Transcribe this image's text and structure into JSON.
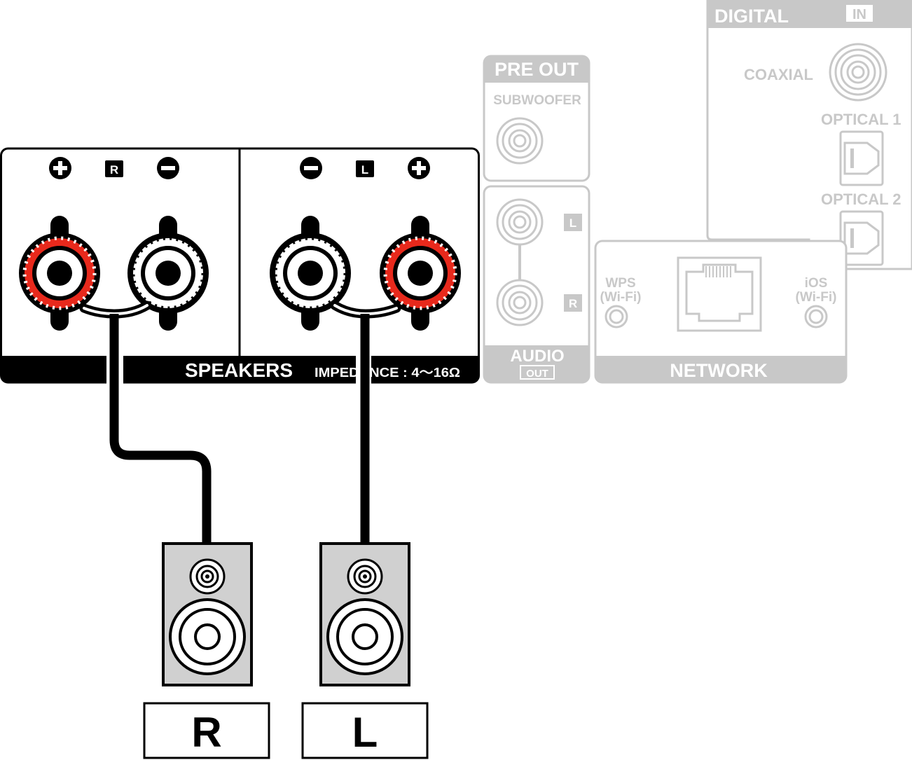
{
  "digital": {
    "title": "DIGITAL",
    "in_badge": "IN",
    "coaxial": "COAXIAL",
    "optical1": "OPTICAL 1",
    "optical2": "OPTICAL 2"
  },
  "pre_out": {
    "title": "PRE OUT",
    "subwoofer": "SUBWOOFER"
  },
  "audio_out": {
    "title": "AUDIO",
    "badge": "OUT",
    "left": "L",
    "right": "R"
  },
  "network": {
    "title": "NETWORK",
    "wps_line1": "WPS",
    "wps_line2": "(Wi-Fi)",
    "ios_line1": "iOS",
    "ios_line2": "(Wi-Fi)"
  },
  "speakers": {
    "title": "SPEAKERS",
    "impedance": "IMPEDANCE : 4～16Ω",
    "r_badge": "R",
    "l_badge": "L"
  },
  "speaker_labels": {
    "right": "R",
    "left": "L"
  },
  "colors": {
    "terminal_red": "#e8291c",
    "panel_black": "#000000",
    "dim_gray": "#c8c8c8",
    "speaker_gray": "#d0d0d0"
  }
}
